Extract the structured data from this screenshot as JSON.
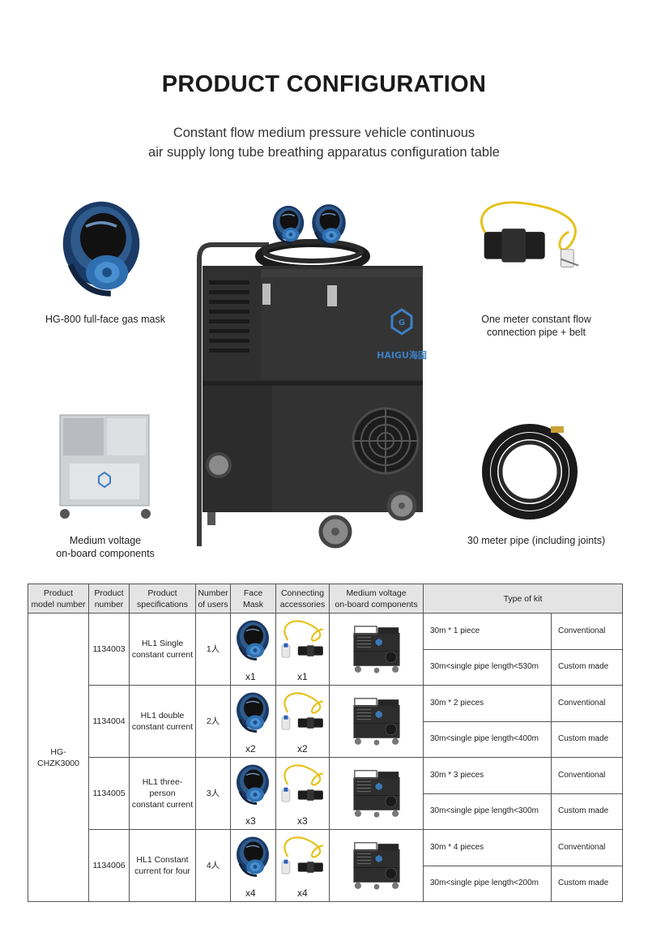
{
  "page": {
    "title": "PRODUCT CONFIGURATION",
    "subtitle_line1": "Constant flow medium pressure vehicle continuous",
    "subtitle_line2": "air supply long tube breathing apparatus configuration table"
  },
  "captions": {
    "mask": "HG-800 full-face gas mask",
    "pipe_belt_line1": "One meter constant flow",
    "pipe_belt_line2": "connection pipe + belt",
    "onboard_line1": "Medium voltage",
    "onboard_line2": "on-board components",
    "long_pipe": "30 meter pipe (including joints)"
  },
  "device": {
    "brand": "HAIGU海固"
  },
  "table": {
    "headers": {
      "model_line1": "Product",
      "model_line2": "model number",
      "number_line1": "Product",
      "number_line2": "number",
      "spec_line1": "Product",
      "spec_line2": "specifications",
      "users_line1": "Number",
      "users_line2": "of users",
      "mask_line1": "Face",
      "mask_line2": "Mask",
      "acc_line1": "Connecting",
      "acc_line2": "accessories",
      "onboard_line1": "Medium voltage",
      "onboard_line2": "on-board components",
      "kit": "Type of kit"
    },
    "model_line1": "HG-",
    "model_line2": "CHZK3000",
    "rows": [
      {
        "number": "1134003",
        "spec_line1": "HL1 Single",
        "spec_line2": "constant current",
        "users": "1人",
        "mask_qty": "x1",
        "acc_qty": "x1",
        "kit1": "30m * 1 piece",
        "kit1_type": "Conventional",
        "kit2": "30m<single pipe length<530m",
        "kit2_type": "Custom made"
      },
      {
        "number": "1134004",
        "spec_line1": "HL1 double",
        "spec_line2": "constant current",
        "users": "2人",
        "mask_qty": "x2",
        "acc_qty": "x2",
        "kit1": "30m * 2 pieces",
        "kit1_type": "Conventional",
        "kit2": "30m<single pipe length<400m",
        "kit2_type": "Custom made"
      },
      {
        "number": "1134005",
        "spec_line1": "HL1 three-person",
        "spec_line2": "constant current",
        "users": "3人",
        "mask_qty": "x3",
        "acc_qty": "x3",
        "kit1": "30m * 3 pieces",
        "kit1_type": "Conventional",
        "kit2": "30m<single pipe length<300m",
        "kit2_type": "Custom made"
      },
      {
        "number": "1134006",
        "spec_line1": "HL1 Constant",
        "spec_line2": "current for four",
        "users": "4人",
        "mask_qty": "x4",
        "acc_qty": "x4",
        "kit1": "30m * 4 pieces",
        "kit1_type": "Conventional",
        "kit2": "30m<single pipe length<200m",
        "kit2_type": "Custom made"
      }
    ]
  }
}
